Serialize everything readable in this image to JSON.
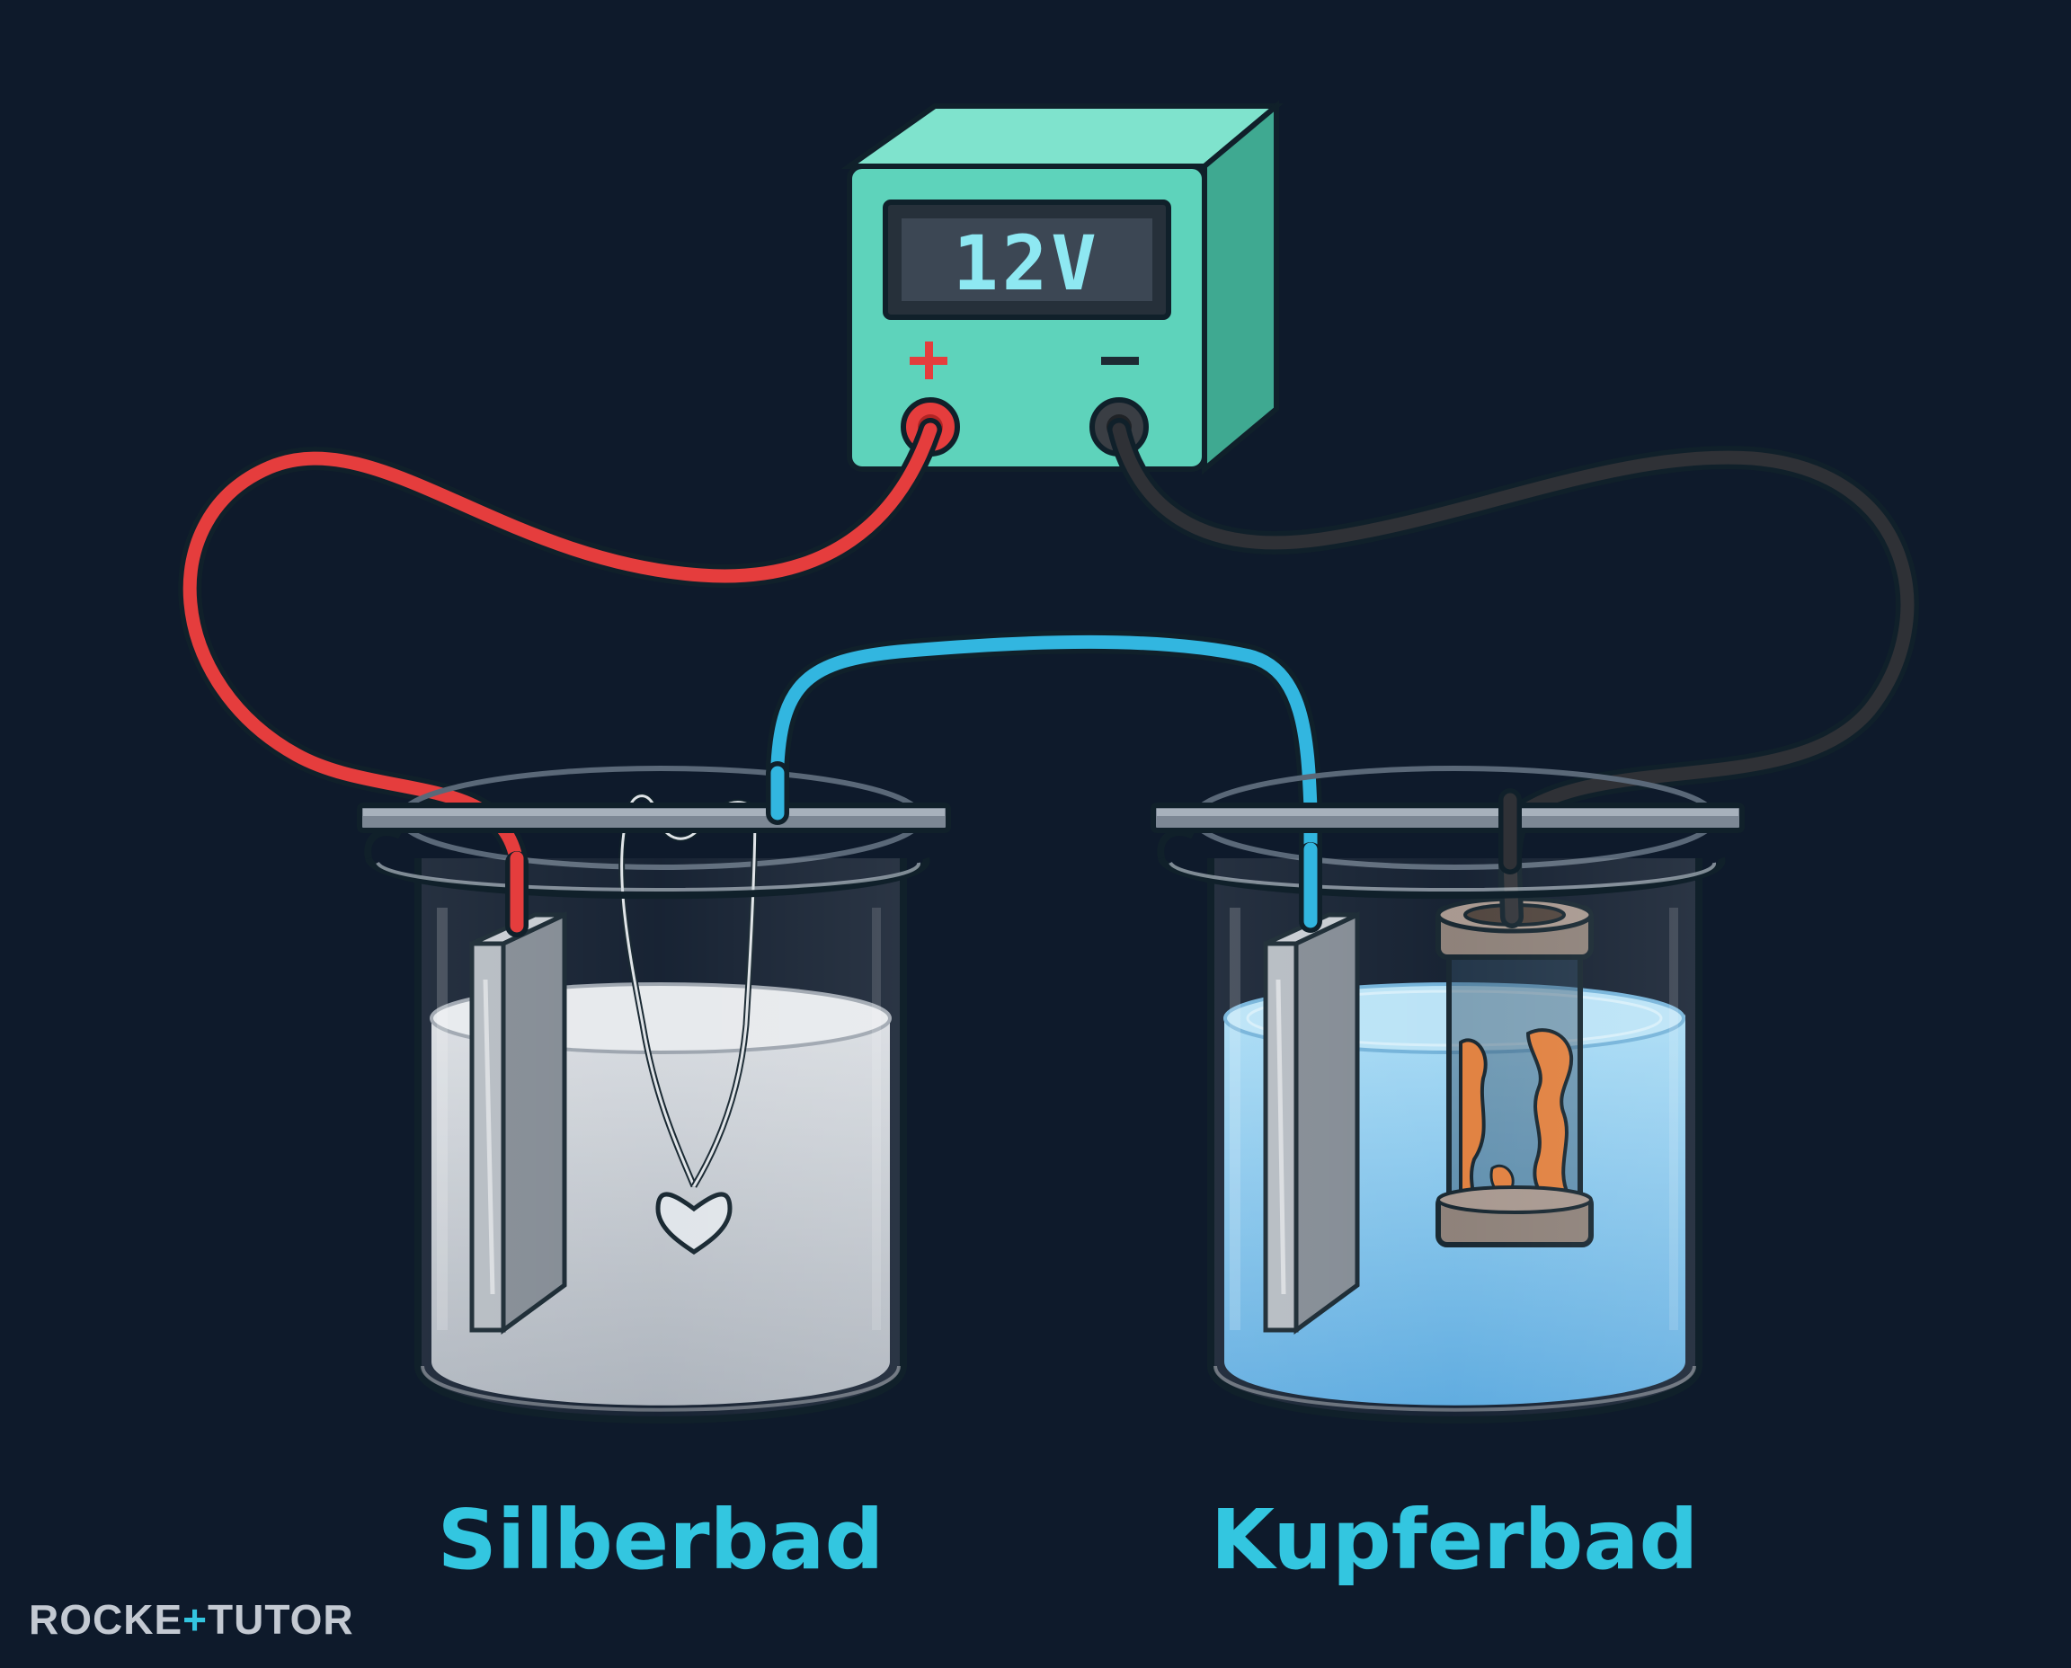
{
  "power_supply": {
    "display_value": "12V",
    "positive_symbol": "+",
    "negative_symbol": "−"
  },
  "labels": {
    "left_bath": "Silberbad",
    "right_bath": "Kupferbad"
  },
  "logo": {
    "part1": "ROCKE",
    "part2": "+",
    "part3": "TUTO",
    "part4": "R"
  },
  "colors": {
    "background": "#0e1a2b",
    "supply_body": "#5ed3bb",
    "wire_positive": "#e53d3d",
    "wire_negative": "#2a2c30",
    "wire_bridge": "#32b6e0",
    "label": "#33c6e0",
    "silver_solution": "#c9ced4",
    "copper_solution": "#7fc5ec"
  }
}
